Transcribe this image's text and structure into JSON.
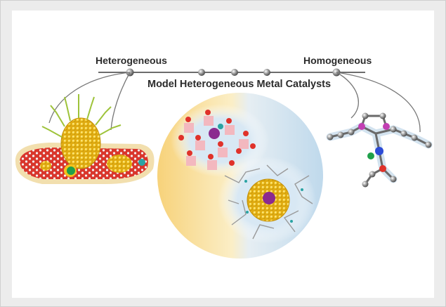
{
  "labels": {
    "left": "Heterogeneous",
    "right": "Homogeneous",
    "center": "Model Heterogeneous Metal Catalysts"
  },
  "colors": {
    "gradient_left": "#f7d27a",
    "gradient_right": "#bfd9ec",
    "slab_red": "#d9362c",
    "gold": "#f3c21c",
    "ligand_green": "#9ec33a",
    "atom_gray": "#8c8c8c",
    "ni_green": "#1fa04a",
    "n_blue": "#2c4bd6",
    "p_magenta": "#c23fb3",
    "o_red": "#e0322a",
    "center_purple": "#8b2a8f"
  },
  "icons": [
    "heterogeneous-catalyst-illustration",
    "homogeneous-complex-illustration",
    "oxide-cluster-illustration",
    "gold-nanocluster-illustration"
  ]
}
